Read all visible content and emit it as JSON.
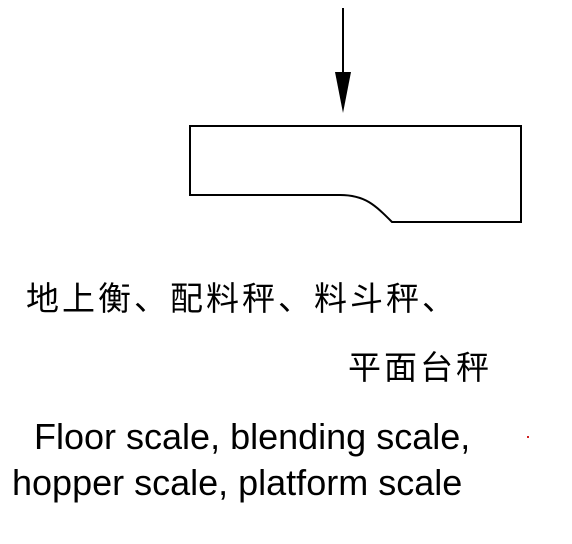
{
  "captions": {
    "chinese": {
      "line1": "地上衡、配料秤、料斗秤、",
      "line2": "平面台秤"
    },
    "english": {
      "line1": "Floor scale, blending scale,",
      "line2": "hopper scale, platform scale"
    }
  },
  "colors": {
    "stroke": "#000000",
    "background": "#ffffff",
    "mark": "#d02020"
  }
}
